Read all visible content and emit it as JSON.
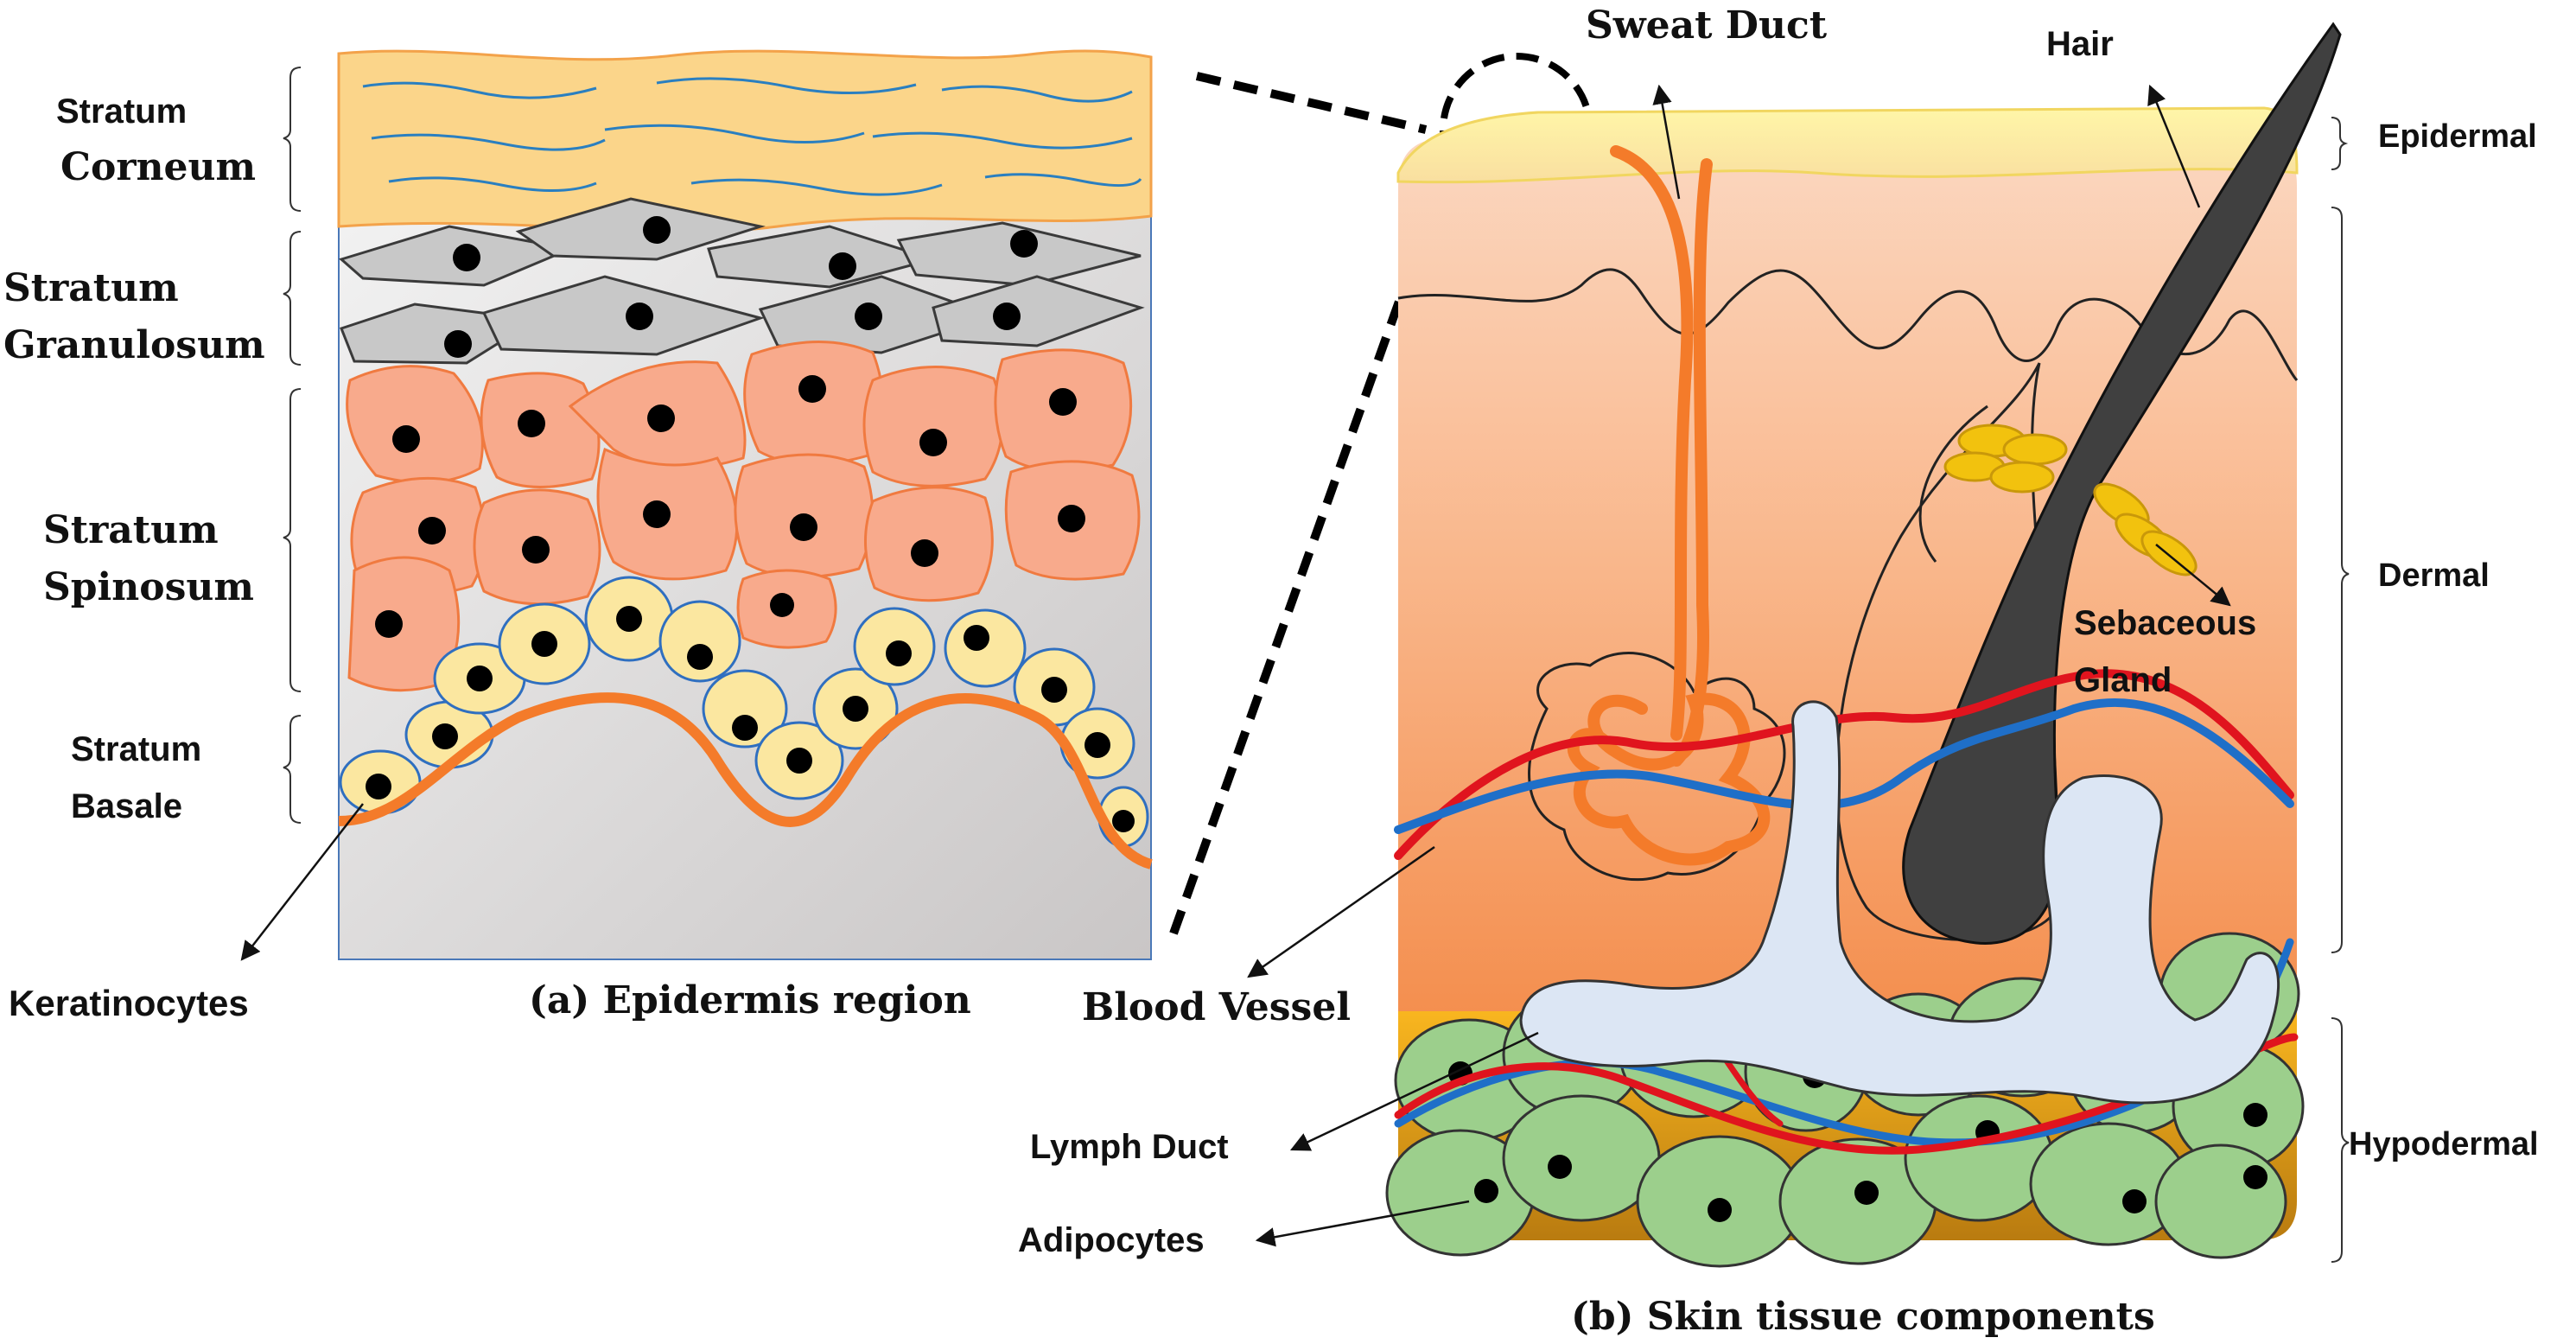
{
  "panel_a": {
    "layers": {
      "stratum_corneum": [
        "Stratum",
        "Corneum"
      ],
      "stratum_granulosum": [
        "Stratum",
        "Granulosum"
      ],
      "stratum_spinosum": [
        "Stratum",
        "Spinosum"
      ],
      "stratum_basale": [
        "Stratum",
        "Basale"
      ]
    },
    "keratinocytes": "Keratinocytes",
    "caption": "(a) Epidermis region"
  },
  "panel_b": {
    "sweat_duct": "Sweat Duct",
    "hair": "Hair",
    "sebaceous_gland": [
      "Sebaceous",
      "Gland"
    ],
    "blood_vessel": "Blood Vessel",
    "lymph_duct": "Lymph Duct",
    "adipocytes": "Adipocytes",
    "epidermal": "Epidermal",
    "dermal": "Dermal",
    "hypodermal": "Hypodermal",
    "caption": "(b) Skin tissue components"
  },
  "colors": {
    "corneum": "#fbd58a",
    "granular_cell": "#c8c8c8",
    "spinous_cell": "#f8aa8c",
    "basal_cell": "#fbe7a0",
    "basal_outline": "#2f6fc0",
    "basement_line": "#f47b2a",
    "blood_red": "#e0141e",
    "vessel_blue": "#1f6fc8",
    "lymph": "#dce6f4",
    "adipocyte": "#9ccf8c",
    "hair": "#404040",
    "gland": "#f2c20e"
  }
}
